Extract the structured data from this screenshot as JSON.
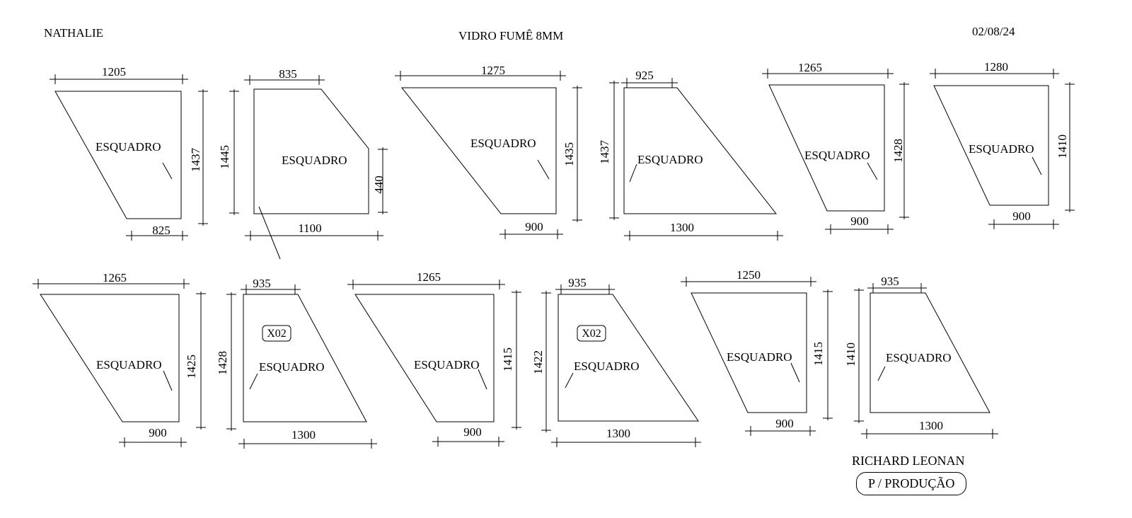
{
  "header": {
    "client": "NATHALIE",
    "material": "VIDRO FUMÊ 8MM",
    "date": "02/08/24"
  },
  "footer": {
    "responsible": "RICHARD LEONAN",
    "destination": "P / PRODUÇÃO"
  },
  "corner_label": "ESQUADRO",
  "pieces": [
    {
      "id": "p1",
      "top": "1205",
      "bottom": "825",
      "right": "1437"
    },
    {
      "id": "p2",
      "top": "835",
      "bottom": "1100",
      "left": "1445",
      "right": "440"
    },
    {
      "id": "p3",
      "top": "1275",
      "bottom": "900",
      "right": "1435"
    },
    {
      "id": "p4",
      "top": "925",
      "bottom": "1300",
      "left": "1437"
    },
    {
      "id": "p5",
      "top": "1265",
      "bottom": "900",
      "right": "1428"
    },
    {
      "id": "p6",
      "top": "1280",
      "bottom": "900",
      "right": "1410"
    },
    {
      "id": "p7",
      "top": "1265",
      "bottom": "900",
      "right": "1425"
    },
    {
      "id": "p8",
      "top": "935",
      "bottom": "1300",
      "left": "1428",
      "tag": "X02"
    },
    {
      "id": "p9",
      "top": "1265",
      "bottom": "900",
      "right": "1415"
    },
    {
      "id": "p10",
      "top": "935",
      "bottom": "1300",
      "left": "1422",
      "tag": "X02"
    },
    {
      "id": "p11",
      "top": "1250",
      "bottom": "900",
      "right": "1415"
    },
    {
      "id": "p12",
      "top": "935",
      "bottom": "1300",
      "left": "1410"
    }
  ]
}
